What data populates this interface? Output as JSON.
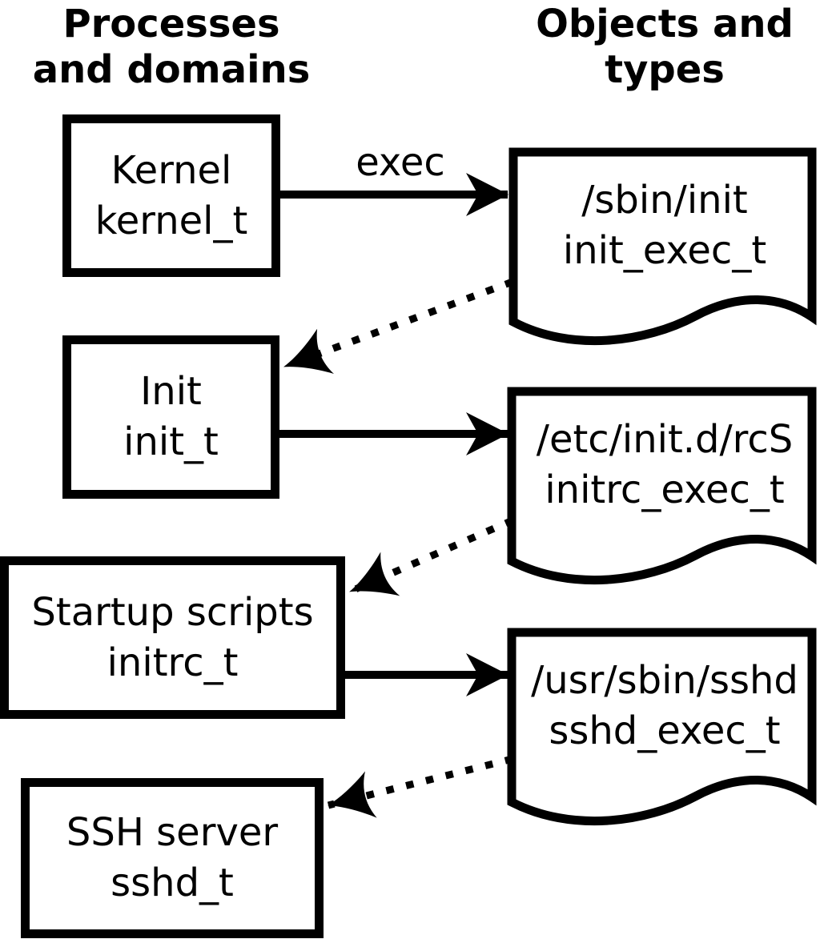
{
  "diagram": {
    "column_headings": {
      "left": "Processes\nand domains",
      "right": "Objects and\ntypes"
    },
    "exec_arrow_label": "exec",
    "processes": [
      {
        "name": "Kernel",
        "type": "kernel_t"
      },
      {
        "name": "Init",
        "type": "init_t"
      },
      {
        "name": "Startup scripts",
        "type": "initrc_t"
      },
      {
        "name": "SSH server",
        "type": "sshd_t"
      }
    ],
    "objects": [
      {
        "path": "/sbin/init",
        "type": "init_exec_t"
      },
      {
        "path": "/etc/init.d/rcS",
        "type": "initrc_exec_t"
      },
      {
        "path": "/usr/sbin/sshd",
        "type": "sshd_exec_t"
      }
    ],
    "colors": {
      "ink": "#000000",
      "background": "#ffffff"
    }
  }
}
